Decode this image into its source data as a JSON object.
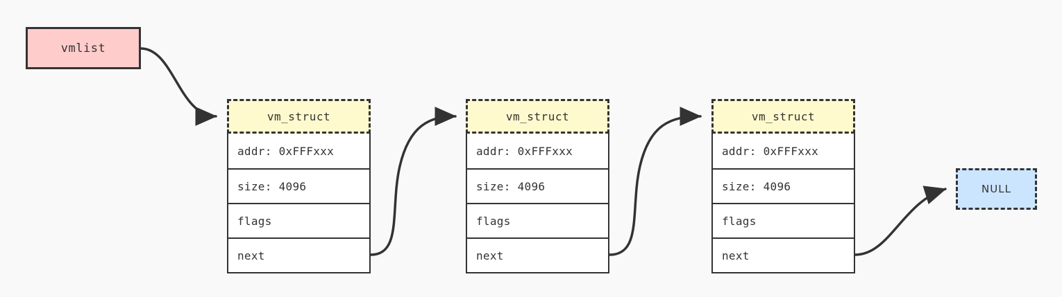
{
  "diagram": {
    "title": "vmlist linked list of vm_struct nodes",
    "type": "linked-list",
    "background_color": "#f9f9f9",
    "stroke_color": "#333333"
  },
  "root": {
    "label": "vmlist",
    "fill_color": "#ffcccc",
    "border_style": "solid"
  },
  "nodes": [
    {
      "header": "vm_struct",
      "fill_color": "#fffacd",
      "border_style": "dashed",
      "fields": [
        {
          "label": "addr: 0xFFFxxx"
        },
        {
          "label": "size: 4096"
        },
        {
          "label": "flags"
        },
        {
          "label": "next"
        }
      ]
    },
    {
      "header": "vm_struct",
      "fill_color": "#fffacd",
      "border_style": "dashed",
      "fields": [
        {
          "label": "addr: 0xFFFxxx"
        },
        {
          "label": "size: 4096"
        },
        {
          "label": "flags"
        },
        {
          "label": "next"
        }
      ]
    },
    {
      "header": "vm_struct",
      "fill_color": "#fffacd",
      "border_style": "dashed",
      "fields": [
        {
          "label": "addr: 0xFFFxxx"
        },
        {
          "label": "size: 4096"
        },
        {
          "label": "flags"
        },
        {
          "label": "next"
        }
      ]
    }
  ],
  "terminator": {
    "label": "NULL",
    "fill_color": "#cce5ff",
    "border_style": "dashed"
  },
  "edges": [
    {
      "from": "vmlist",
      "to": "vm_struct-1",
      "arrow": "filled-triangle"
    },
    {
      "from": "vm_struct-1.next",
      "to": "vm_struct-2",
      "arrow": "filled-triangle"
    },
    {
      "from": "vm_struct-2.next",
      "to": "vm_struct-3",
      "arrow": "filled-triangle"
    },
    {
      "from": "vm_struct-3.next",
      "to": "NULL",
      "arrow": "filled-triangle"
    }
  ]
}
